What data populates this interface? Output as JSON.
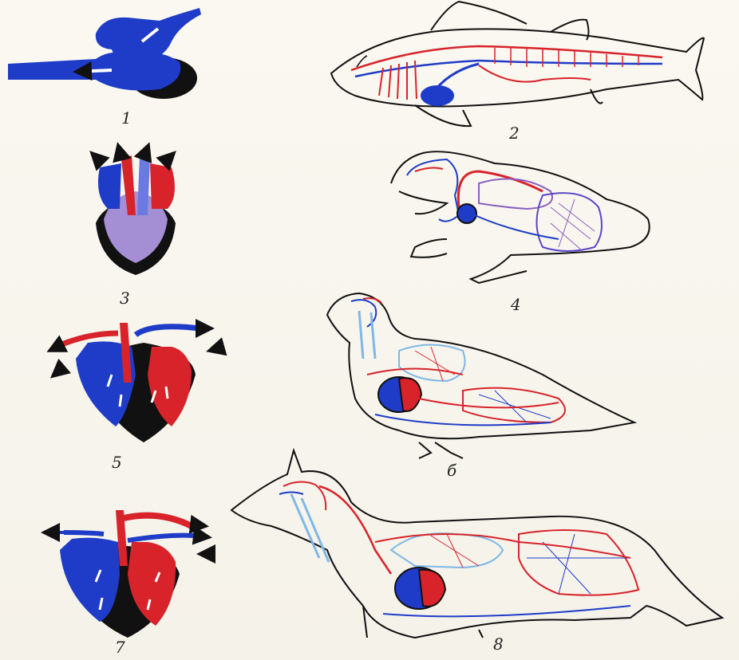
{
  "figure_labels": {
    "fish_heart": "1",
    "fish": "2",
    "amphibian_heart": "3",
    "frog": "4",
    "reptile_heart": "5",
    "pigeon": "б",
    "mammal_heart": "7",
    "fox": "8"
  },
  "colors": {
    "venous": "#1e3cc8",
    "arterial": "#d8232a",
    "mixed": "#8a5fc0",
    "lung_light": "#7fb8e6",
    "outline": "#1a1a1a",
    "background": "#f8f6ee"
  }
}
